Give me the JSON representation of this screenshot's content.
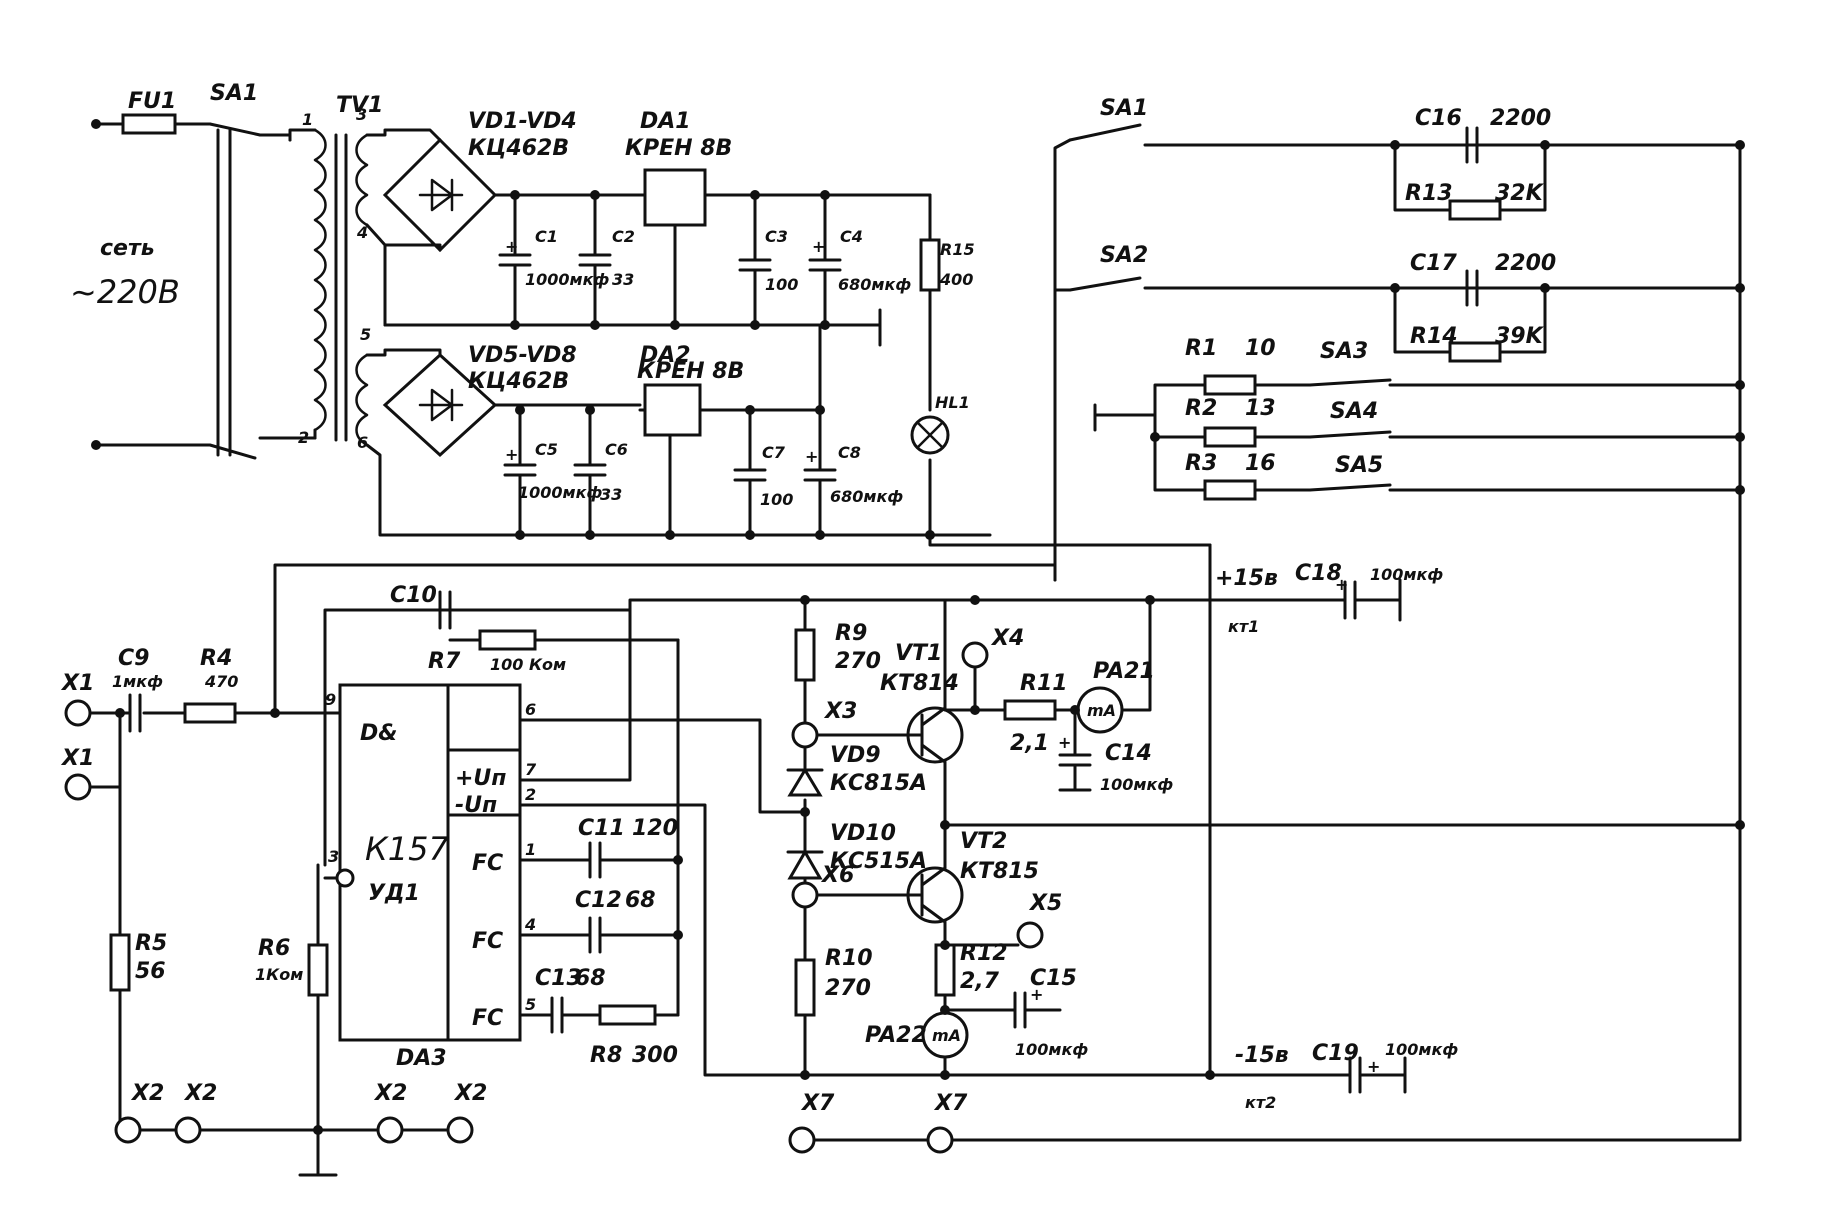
{
  "mains": {
    "label_top": "сеть",
    "label_bottom": "~220В"
  },
  "power_section": {
    "fuse": "FU1",
    "switch_main": "SA1",
    "transformer": "TV1",
    "pins": [
      "1",
      "2",
      "3",
      "4",
      "5",
      "6"
    ],
    "bridge1": {
      "name": "VD1-VD4",
      "type": "КЦ462В"
    },
    "bridge2": {
      "name": "VD5-VD8",
      "type": "КЦ462В"
    },
    "reg1": {
      "name": "DA1",
      "type": "КРЕН 8В"
    },
    "reg2": {
      "name": "DA2",
      "type": "КРЕН 8В"
    },
    "c1": {
      "name": "C1",
      "value": "1000мкф"
    },
    "c2": {
      "name": "C2",
      "value": "33"
    },
    "c3": {
      "name": "C3",
      "value": "100"
    },
    "c4": {
      "name": "C4",
      "value": "680мкф"
    },
    "c5": {
      "name": "C5",
      "value": "1000мкф"
    },
    "c6": {
      "name": "C6",
      "value": "33"
    },
    "c7": {
      "name": "C7",
      "value": "100"
    },
    "c8": {
      "name": "C8",
      "value": "680мкф"
    },
    "r15": {
      "name": "R15",
      "value": "400"
    },
    "hl1": "HL1"
  },
  "switch_section": {
    "sa1": "SA1",
    "sa2": "SA2",
    "sa3": "SA3",
    "sa4": "SA4",
    "sa5": "SA5",
    "c16": {
      "name": "C16",
      "value": "2200"
    },
    "r13": {
      "name": "R13",
      "value": "32K"
    },
    "c17": {
      "name": "C17",
      "value": "2200"
    },
    "r14": {
      "name": "R14",
      "value": "39K"
    },
    "r1": {
      "name": "R1",
      "value": "10"
    },
    "r2": {
      "name": "R2",
      "value": "13"
    },
    "r3": {
      "name": "R3",
      "value": "16"
    }
  },
  "amp_section": {
    "x1": "X1",
    "x2": "X2",
    "x3": "X3",
    "x4": "X4",
    "x5": "X5",
    "x6": "X6",
    "x7": "X7",
    "c9": {
      "name": "C9",
      "value": "1мкф"
    },
    "r4": {
      "name": "R4",
      "value": "470"
    },
    "r5": {
      "name": "R5",
      "value": "56"
    },
    "r6": {
      "name": "R6",
      "value": "1Ком"
    },
    "c10": "C10",
    "r7": {
      "name": "R7",
      "value": "100 Ком"
    },
    "ic": {
      "name": "DA3",
      "type": "К157",
      "subtype": "УД1",
      "gate": "D&",
      "plus": "+Uп",
      "minus": "-Uп",
      "fc": "FC",
      "pins": [
        "9",
        "6",
        "7",
        "2",
        "1",
        "4",
        "5",
        "3"
      ]
    },
    "c11": {
      "name": "C11",
      "value": "120"
    },
    "c12": {
      "name": "C12",
      "value": "68"
    },
    "c13": {
      "name": "C13",
      "value": "68"
    },
    "r8": {
      "name": "R8",
      "value": "300"
    },
    "r9": {
      "name": "R9",
      "value": "270"
    },
    "r10": {
      "name": "R10",
      "value": "270"
    },
    "vd9": {
      "name": "VD9",
      "type": "КС815А"
    },
    "vd10": {
      "name": "VD10",
      "type": "КС515А"
    },
    "vt1": {
      "name": "VT1",
      "type": "КТ814"
    },
    "vt2": {
      "name": "VT2",
      "type": "КТ815"
    },
    "r11": {
      "name": "R11",
      "value": "2,1"
    },
    "r12": {
      "name": "R12",
      "value": "2,7"
    },
    "c14": {
      "name": "C14",
      "value": "100мкф"
    },
    "c15": {
      "name": "C15",
      "value": "100мкф"
    },
    "pa21": "PA21",
    "pa22": "PA22",
    "meter": "mA",
    "plus15": "+15в",
    "minus15": "-15в",
    "kt1": "кт1",
    "kt2": "кт2",
    "c18": {
      "name": "C18",
      "value": "100мкф"
    },
    "c19": {
      "name": "C19",
      "value": "100мкф"
    }
  }
}
